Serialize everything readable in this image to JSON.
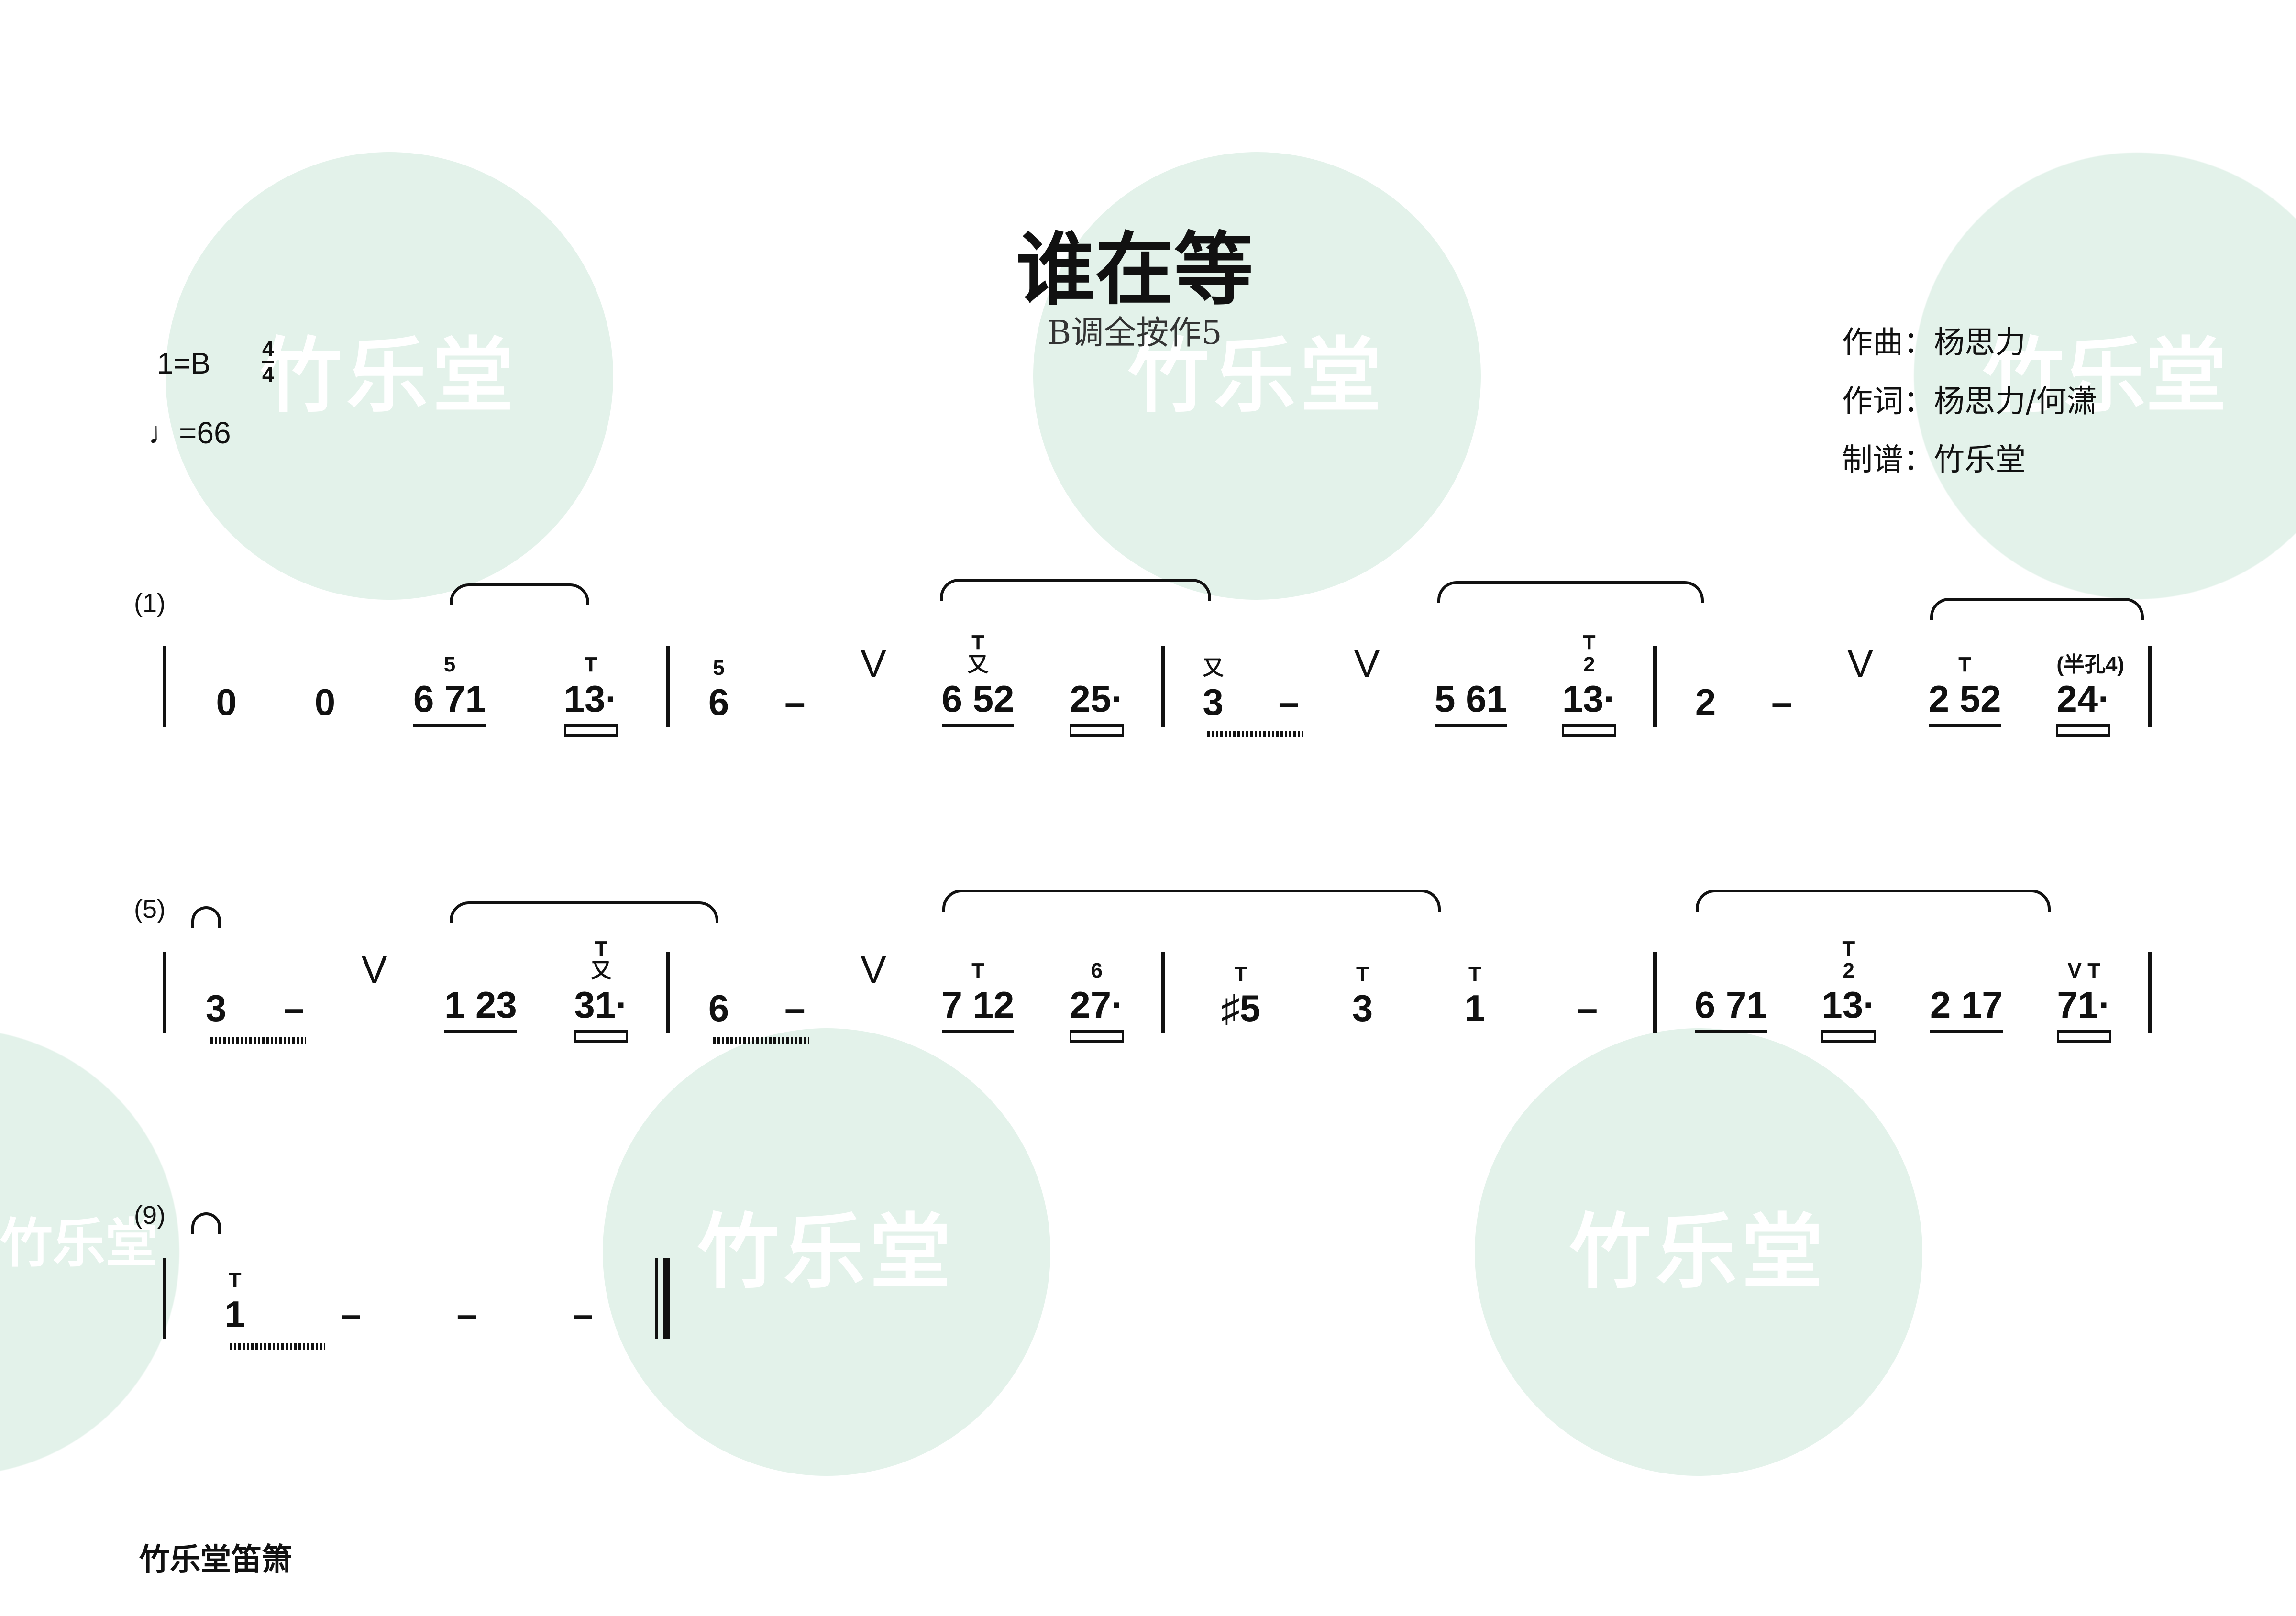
{
  "watermark": "竹乐堂",
  "title": "谁在等",
  "subtitle": "B调全按作5",
  "credits": [
    "作曲：杨思力",
    "作词：杨思力/何潇",
    "制谱：竹乐堂"
  ],
  "key": "1=B",
  "time_sig": {
    "top": "4",
    "bottom": "4"
  },
  "tempo": "♩=66",
  "measure_numbers": [
    "(1)",
    "(5)",
    "(9)"
  ],
  "rows": [
    [
      [
        {
          "t": "0"
        },
        {
          "t": "0"
        },
        {
          "t": "6 71",
          "u": 1,
          "a": "5"
        },
        {
          "t": "13·",
          "u": 2,
          "a": "T"
        }
      ],
      [
        {
          "t": "6",
          "a": "5"
        },
        {
          "t": "–"
        },
        {
          "t": "V",
          "b": 1
        },
        {
          "t": "6 52",
          "u": 1,
          "a": "T\n又"
        },
        {
          "t": "25·",
          "u": 2
        }
      ],
      [
        {
          "t": "3",
          "a": "又",
          "tr": 1
        },
        {
          "t": "–"
        },
        {
          "t": "V",
          "b": 1
        },
        {
          "t": "5 61",
          "u": 1
        },
        {
          "t": "13·",
          "u": 2,
          "a": "T\n2"
        }
      ],
      [
        {
          "t": "2"
        },
        {
          "t": "–"
        },
        {
          "t": "V",
          "b": 1
        },
        {
          "t": "2 52",
          "u": 1,
          "a": "T"
        },
        {
          "t": "24·",
          "u": 2,
          "a": "(半孔4)"
        }
      ]
    ],
    [
      [
        {
          "t": "3",
          "tr": 1
        },
        {
          "t": "–"
        },
        {
          "t": "V",
          "b": 1
        },
        {
          "t": "1 23",
          "u": 1
        },
        {
          "t": "31·",
          "u": 2,
          "a": "T\n又"
        }
      ],
      [
        {
          "t": "6",
          "tr": 1
        },
        {
          "t": "–"
        },
        {
          "t": "V",
          "b": 1
        },
        {
          "t": "7 12",
          "u": 1,
          "a": "T"
        },
        {
          "t": "27·",
          "u": 2,
          "a": "6"
        }
      ],
      [
        {
          "t": "♯5",
          "a": "T"
        },
        {
          "t": "3",
          "a": "T"
        },
        {
          "t": "1",
          "a": "T"
        },
        {
          "t": "–"
        }
      ],
      [
        {
          "t": "6 71",
          "u": 1
        },
        {
          "t": "13·",
          "u": 2,
          "a": "T\n2"
        },
        {
          "t": "2 17",
          "u": 1
        },
        {
          "t": "71·",
          "u": 2,
          "a": "V T"
        }
      ]
    ],
    [
      [
        {
          "t": "1",
          "a": "T",
          "tr": 1
        },
        {
          "t": "–"
        },
        {
          "t": "–"
        },
        {
          "t": "–"
        }
      ]
    ]
  ],
  "footer": "竹乐堂笛箫"
}
